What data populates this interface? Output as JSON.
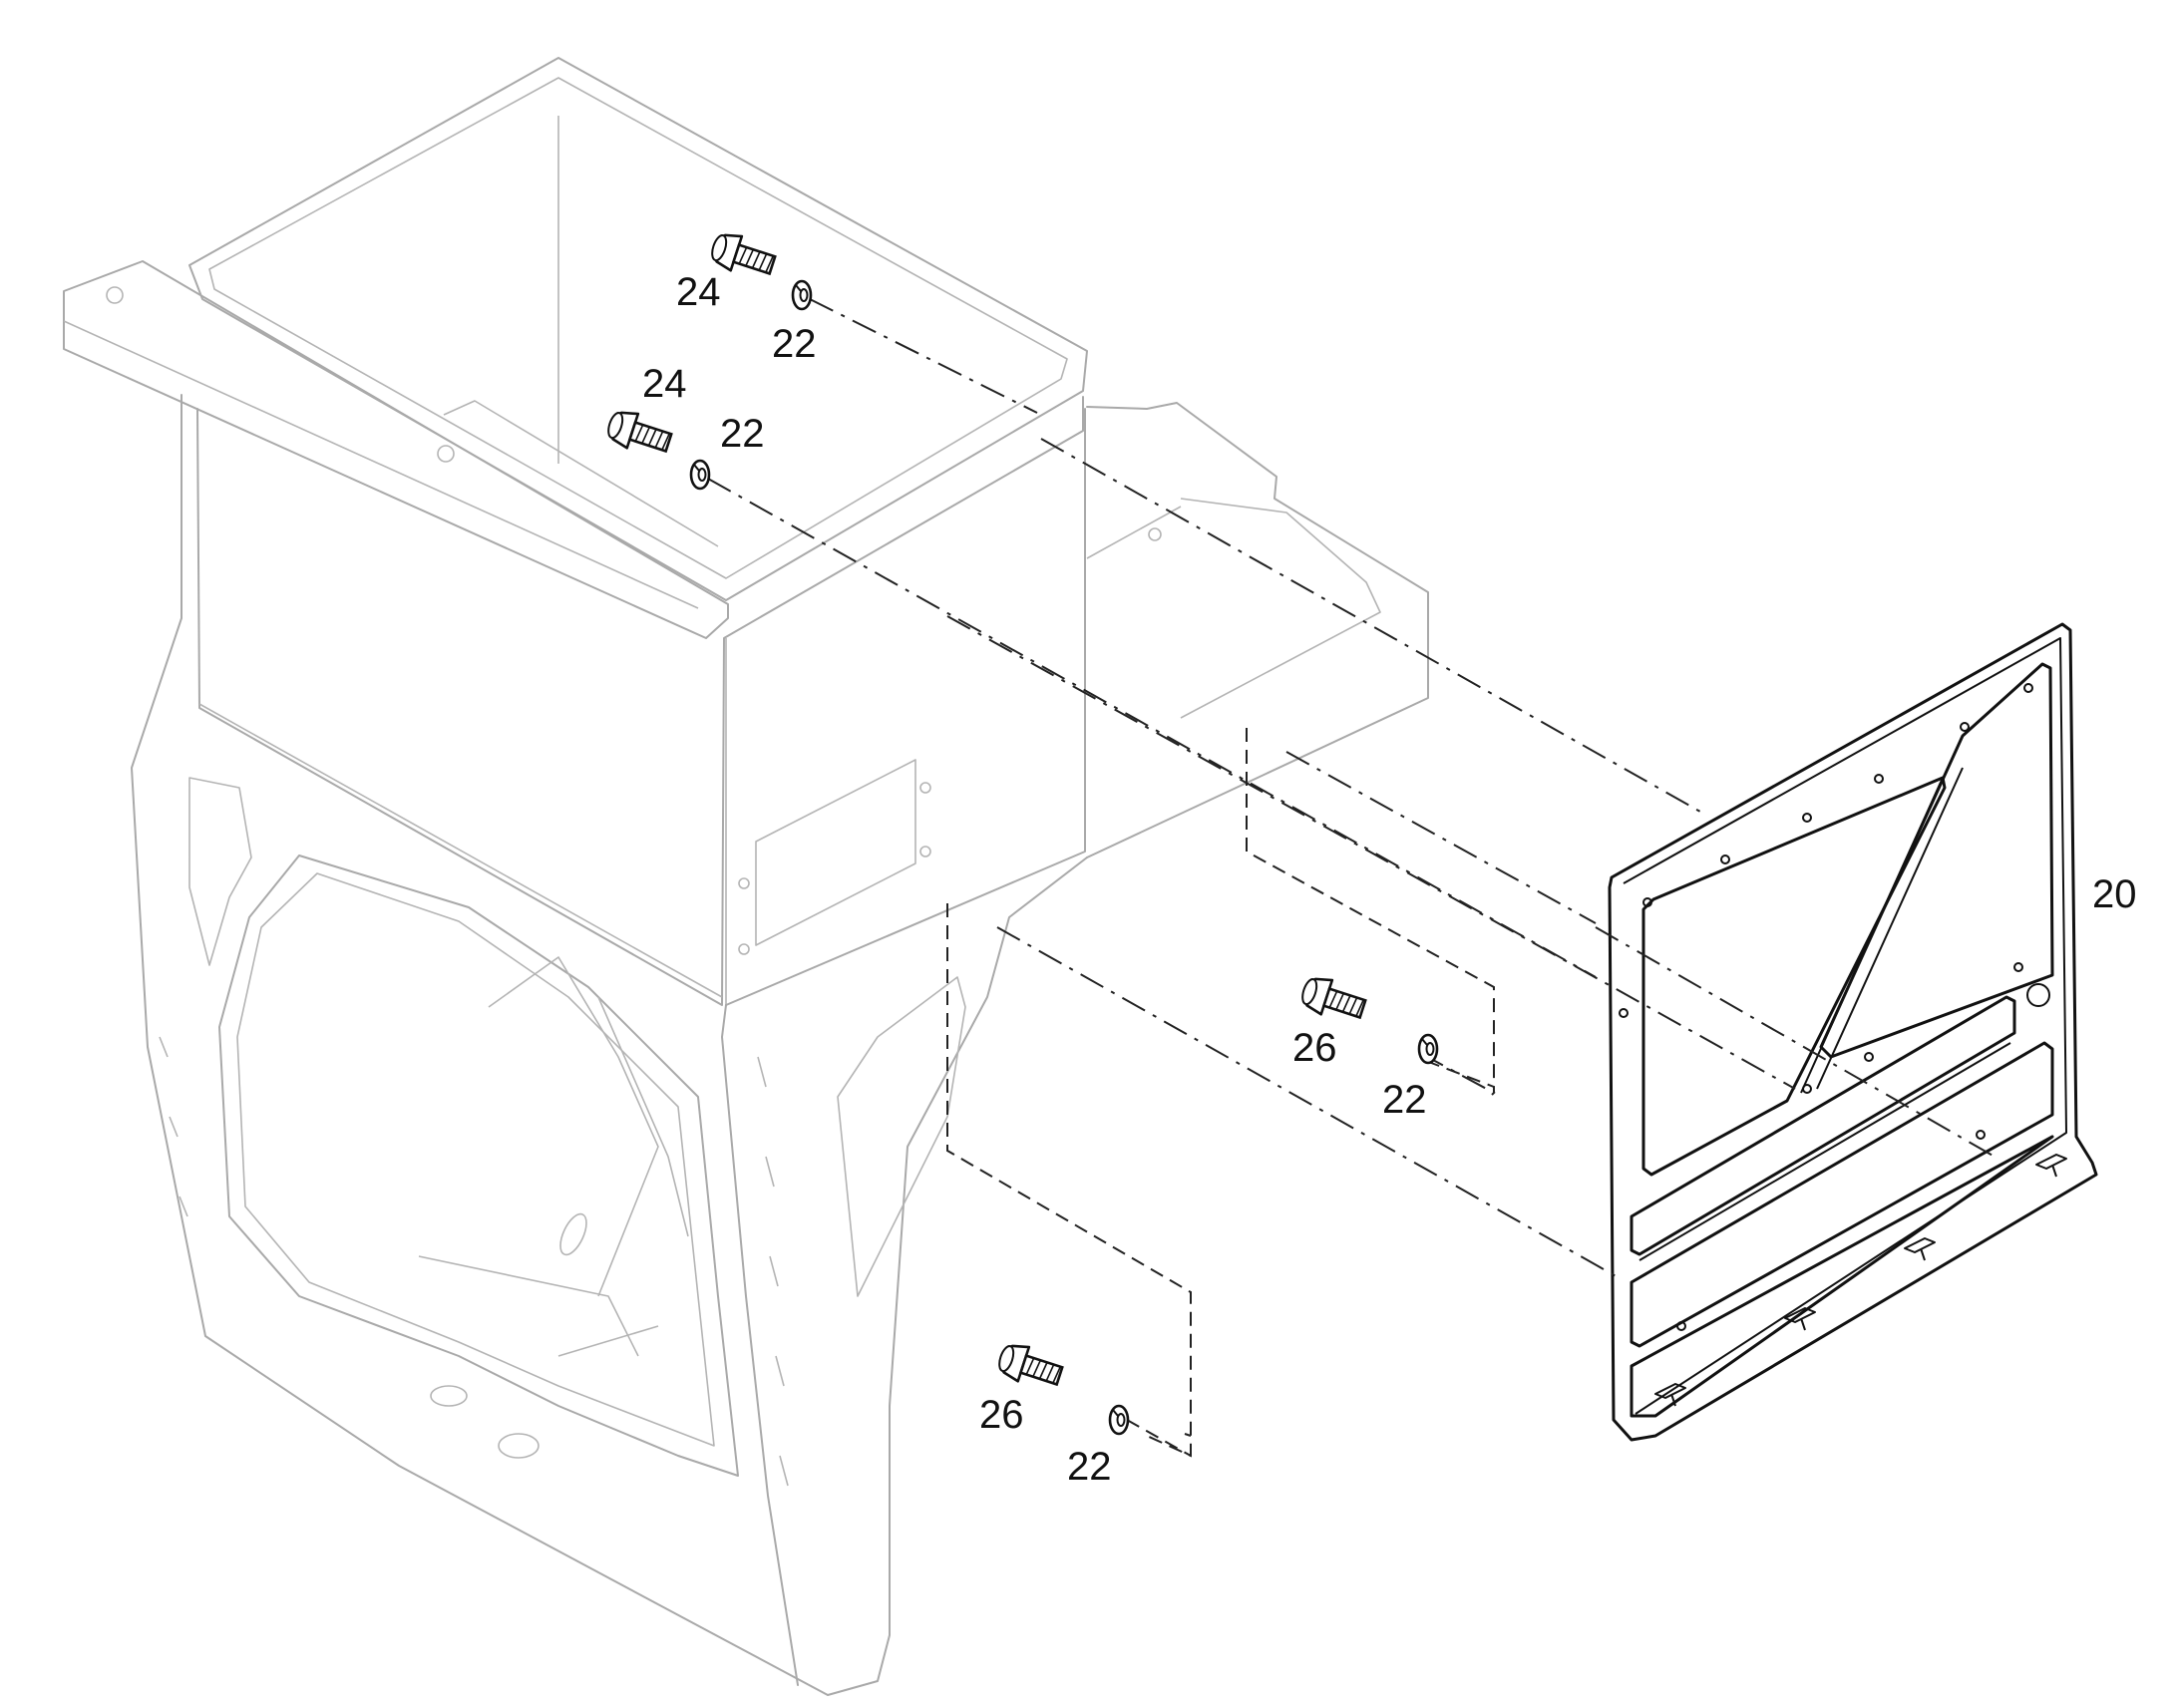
{
  "callouts": {
    "frame": "20",
    "washer_a": "22",
    "washer_b": "22",
    "washer_c": "22",
    "washer_d": "22",
    "screw_a": "24",
    "screw_b": "24",
    "screw_c": "26",
    "screw_d": "26"
  },
  "colors": {
    "background": "#ffffff",
    "ghost_outline": "#a9a9a9",
    "part_outline": "#111111"
  },
  "icons": {
    "screw": "cap-screw-icon",
    "washer": "lock-washer-icon"
  }
}
